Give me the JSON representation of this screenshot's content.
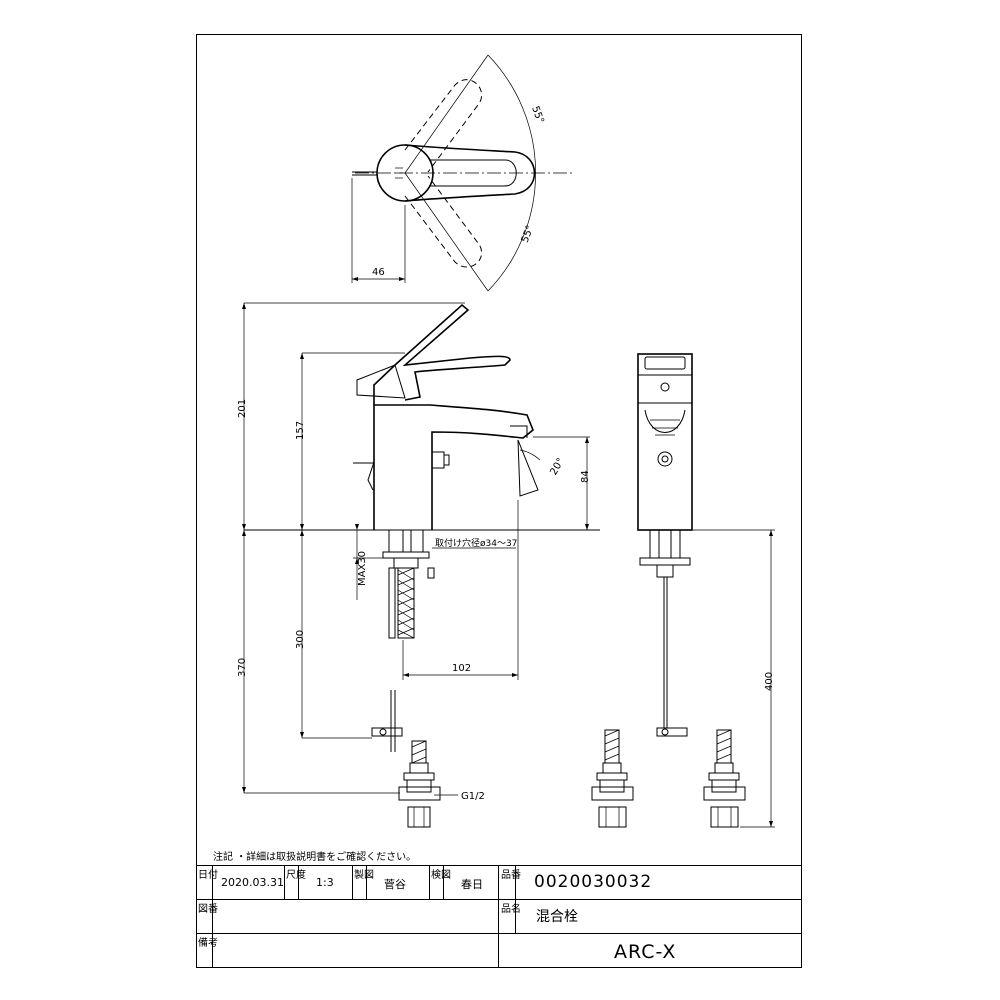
{
  "dimensions": {
    "d46": "46",
    "angle_upper": "55°",
    "angle_lower": "55°",
    "d201": "201",
    "d157": "157",
    "d84": "84",
    "angle_20": "20°",
    "hole_note": "取付け穴径ø34～37",
    "max30": "MAX30",
    "d300": "300",
    "d370": "370",
    "d102": "102",
    "d400": "400",
    "thread": "G1/2"
  },
  "note": "注記 ・詳細は取扱説明書をご確認ください。",
  "title_block": {
    "date_label": "日付",
    "date": "2020.03.31",
    "scale_label": "尺度",
    "scale": "1:3",
    "drawn_label": "製図",
    "drawn_by": "菅谷",
    "checked_label": "検図",
    "checked_by": "春日",
    "part_no_label": "品番",
    "part_no": "0020030032",
    "drawing_no_label": "図番",
    "product_name_label": "品名",
    "product_name": "混合栓",
    "remarks_label": "備考",
    "company": "ARC-X"
  }
}
